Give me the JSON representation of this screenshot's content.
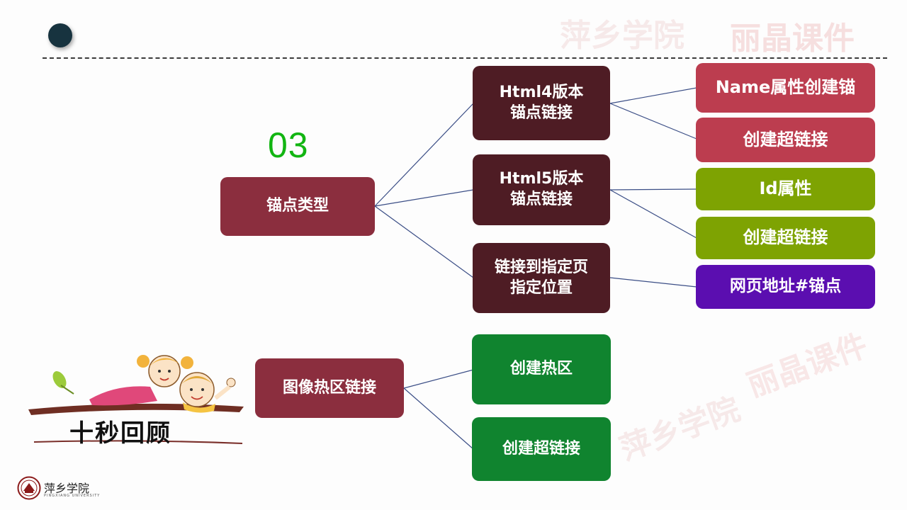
{
  "header": {
    "section_number": "03"
  },
  "mindmap": {
    "root_anchor": "锚点类型",
    "root_hotspot": "图像热区链接",
    "branches": {
      "html4": "Html4版本\n锚点链接",
      "html5": "Html5版本\n锚点链接",
      "page": "链接到指定页\n指定位置"
    },
    "leaves": {
      "name_attr": "Name属性创建锚",
      "html4_link": "创建超链接",
      "id_attr": "Id属性",
      "html5_link": "创建超链接",
      "page_anchor": "网页地址#锚点",
      "create_hotspot": "创建热区",
      "hotspot_link": "创建超链接"
    }
  },
  "review": {
    "title": "十秒回顾"
  },
  "brand": {
    "school": "萍乡学院",
    "courseware": "丽晶课件",
    "school_en": "PINGXIANG UNIVERSITY"
  },
  "colors": {
    "root": "#8b2e3e",
    "branch": "#4e1c24",
    "leaf_red": "#bc3d4f",
    "leaf_olive": "#7ea302",
    "leaf_purple": "#5b0eb0",
    "leaf_green": "#10842f",
    "section_number": "#12b512"
  }
}
